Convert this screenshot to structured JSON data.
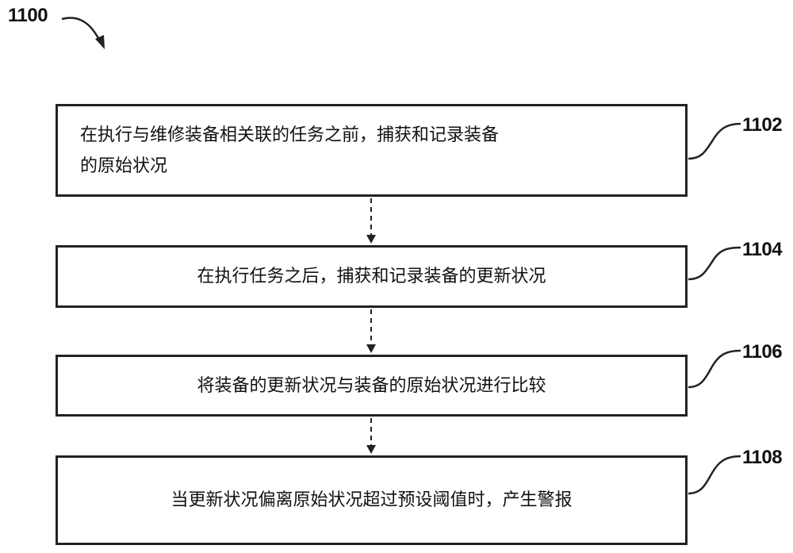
{
  "figure": {
    "number": "1100"
  },
  "steps": [
    {
      "ref": "1102",
      "text": "在执行与维修装备相关联的任务之前，捕获和记录装备\n的原始状况"
    },
    {
      "ref": "1104",
      "text": "在执行任务之后，捕获和记录装备的更新状况"
    },
    {
      "ref": "1106",
      "text": "将装备的更新状况与装备的原始状况进行比较"
    },
    {
      "ref": "1108",
      "text": "当更新状况偏离原始状况超过预设阈值时，产生警报"
    }
  ],
  "colors": {
    "stroke": "#222222",
    "background": "#ffffff"
  }
}
